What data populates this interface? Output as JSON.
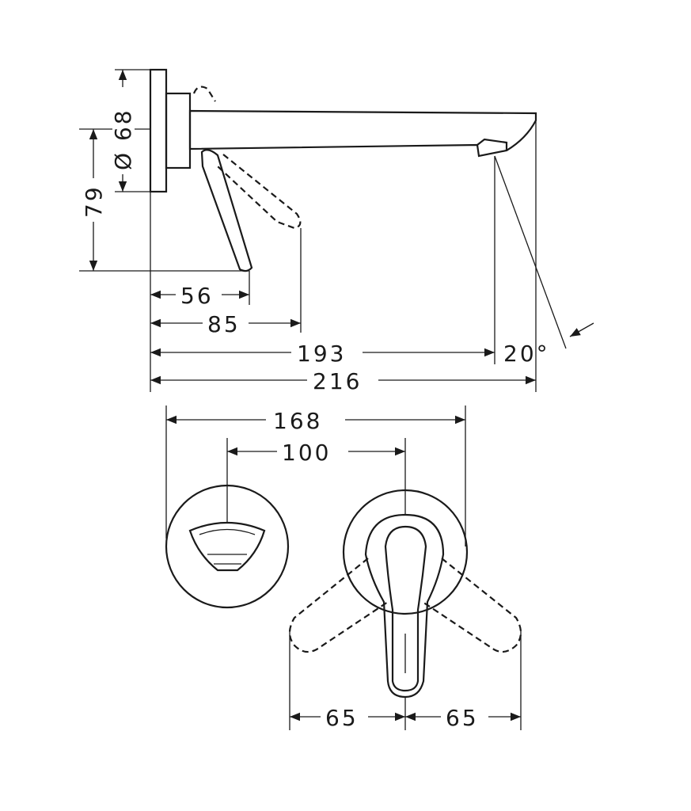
{
  "drawing": {
    "side_view": {
      "dimensions": {
        "plate_diameter": "Ø 68",
        "height": "79",
        "handle_reach": "56",
        "handle_reach_open": "85",
        "outlet_distance": "193",
        "total_projection": "216",
        "spray_angle": "20°"
      }
    },
    "front_view": {
      "dimensions": {
        "outer_spacing": "168",
        "center_spacing": "100",
        "lever_left_swing": "65",
        "lever_right_swing": "65"
      }
    },
    "colors": {
      "line": "#1a1a1a",
      "background": "#ffffff"
    }
  }
}
